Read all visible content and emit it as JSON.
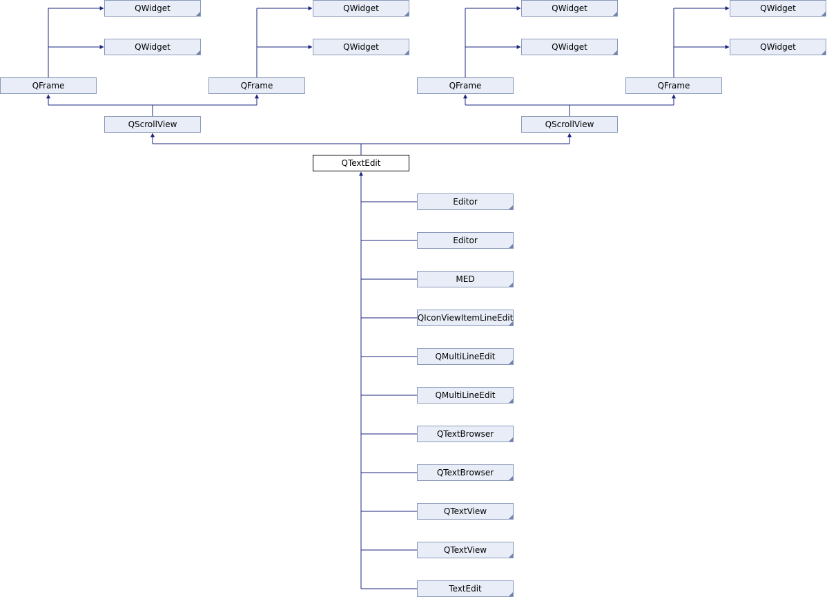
{
  "diagram": {
    "root": "QTextEdit",
    "ancestors": {
      "left_scrollview": "QScrollView",
      "right_scrollview": "QScrollView",
      "frame_1": "QFrame",
      "frame_2": "QFrame",
      "frame_3": "QFrame",
      "frame_4": "QFrame",
      "widget_1a": "QWidget",
      "widget_1b": "QWidget",
      "widget_2a": "QWidget",
      "widget_2b": "QWidget",
      "widget_3a": "QWidget",
      "widget_3b": "QWidget",
      "widget_4a": "QWidget",
      "widget_4b": "QWidget"
    },
    "subclasses": [
      "Editor",
      "Editor",
      "MED",
      "QIconViewItemLineEdit",
      "QMultiLineEdit",
      "QMultiLineEdit",
      "QTextBrowser",
      "QTextBrowser",
      "QTextView",
      "QTextView",
      "TextEdit"
    ],
    "colors": {
      "edge": "#1a237e",
      "node_fill": "#e8edf7",
      "node_border": "#8a99b8",
      "root_border": "#000000"
    }
  }
}
